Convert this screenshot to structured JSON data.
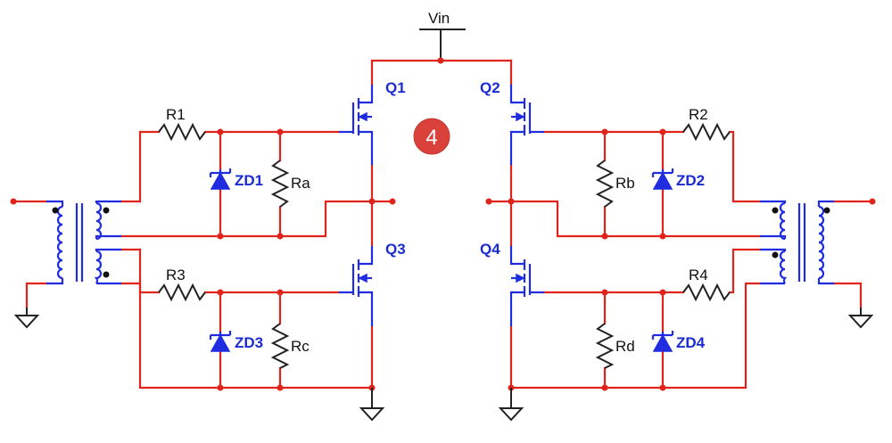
{
  "supply_label": "Vin",
  "transistors": {
    "q1": "Q1",
    "q2": "Q2",
    "q3": "Q3",
    "q4": "Q4"
  },
  "resistors": {
    "r1": "R1",
    "r2": "R2",
    "r3": "R3",
    "r4": "R4",
    "ra": "Ra",
    "rb": "Rb",
    "rc": "Rc",
    "rd": "Rd"
  },
  "zeners": {
    "zd1": "ZD1",
    "zd2": "ZD2",
    "zd3": "ZD3",
    "zd4": "ZD4"
  },
  "badge": "4",
  "colors": {
    "wire": "#e0241b",
    "component": "#1f2ce0",
    "passive": "#222222",
    "badge": "#d9413a"
  }
}
